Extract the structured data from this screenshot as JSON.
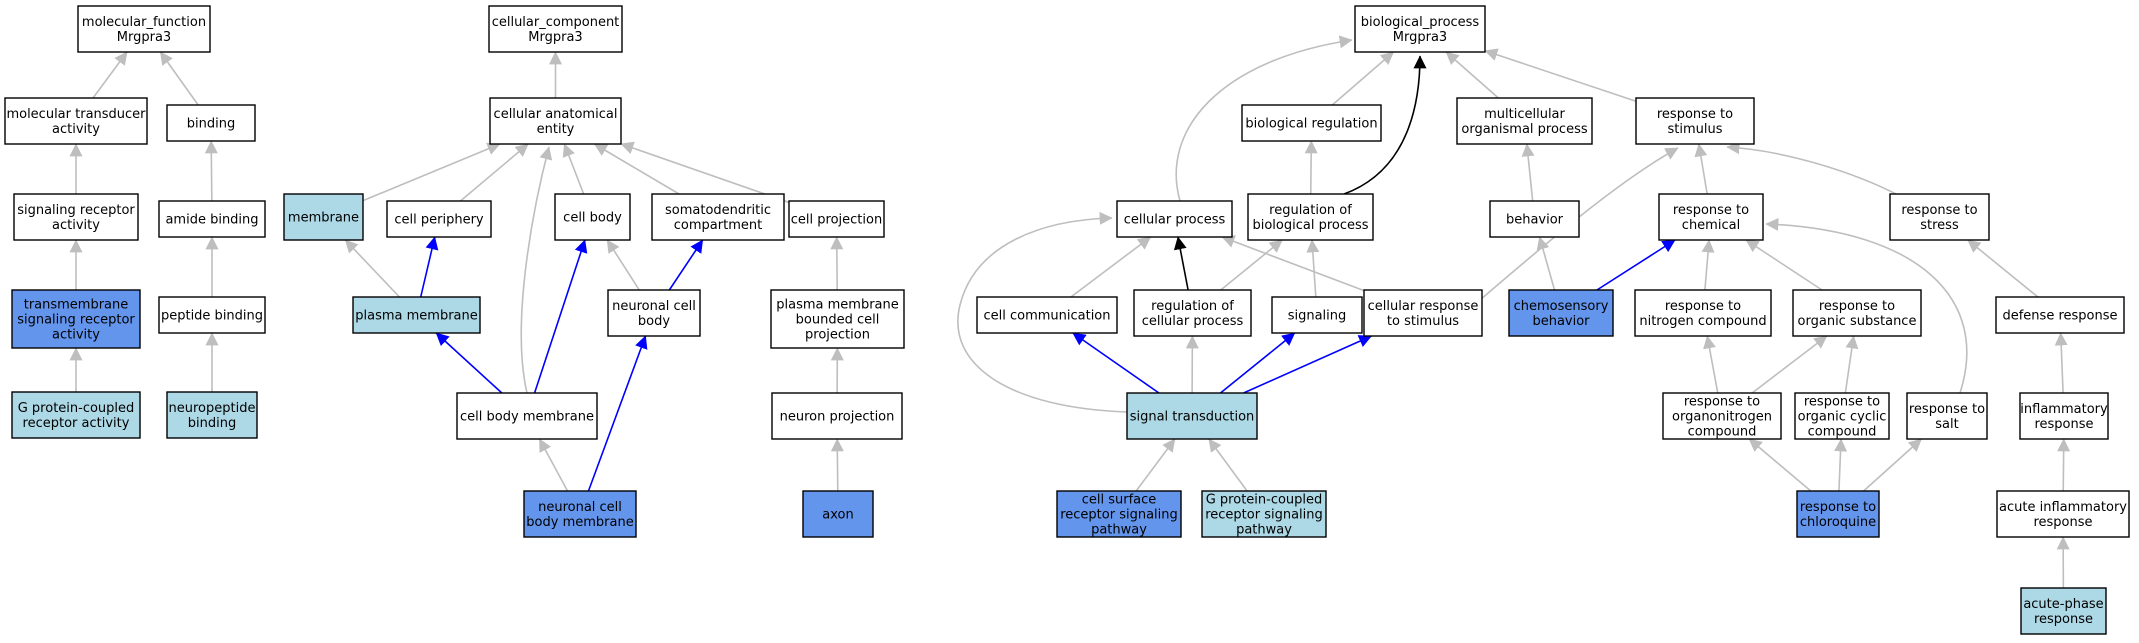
{
  "colors": {
    "plain": "#ffffff",
    "light": "#add8e6",
    "dark": "#6495ed",
    "edge_gray": "#bebebe",
    "edge_blue": "#0000ff",
    "edge_black": "#000000"
  },
  "nodes": [
    {
      "id": "mf",
      "lines": [
        "molecular_function",
        "Mrgpra3"
      ],
      "fill": "plain"
    },
    {
      "id": "mta",
      "lines": [
        "molecular transducer",
        "activity"
      ],
      "fill": "plain"
    },
    {
      "id": "binding",
      "lines": [
        "binding"
      ],
      "fill": "plain"
    },
    {
      "id": "sra",
      "lines": [
        "signaling receptor",
        "activity"
      ],
      "fill": "plain"
    },
    {
      "id": "amide",
      "lines": [
        "amide binding"
      ],
      "fill": "plain"
    },
    {
      "id": "tsra",
      "lines": [
        "transmembrane",
        "signaling receptor",
        "activity"
      ],
      "fill": "dark"
    },
    {
      "id": "peptide",
      "lines": [
        "peptide binding"
      ],
      "fill": "plain"
    },
    {
      "id": "gpcra",
      "lines": [
        "G protein-coupled",
        "receptor activity"
      ],
      "fill": "light"
    },
    {
      "id": "neuropep",
      "lines": [
        "neuropeptide",
        "binding"
      ],
      "fill": "light"
    },
    {
      "id": "cc",
      "lines": [
        "cellular_component",
        "Mrgpra3"
      ],
      "fill": "plain"
    },
    {
      "id": "cae",
      "lines": [
        "cellular anatomical",
        "entity"
      ],
      "fill": "plain"
    },
    {
      "id": "membrane",
      "lines": [
        "membrane"
      ],
      "fill": "light"
    },
    {
      "id": "periphery",
      "lines": [
        "cell periphery"
      ],
      "fill": "plain"
    },
    {
      "id": "cellbody",
      "lines": [
        "cell body"
      ],
      "fill": "plain"
    },
    {
      "id": "somato",
      "lines": [
        "somatodendritic",
        "compartment"
      ],
      "fill": "plain"
    },
    {
      "id": "cellproj",
      "lines": [
        "cell projection"
      ],
      "fill": "plain"
    },
    {
      "id": "pm",
      "lines": [
        "plasma membrane"
      ],
      "fill": "light"
    },
    {
      "id": "ncb",
      "lines": [
        "neuronal cell",
        "body"
      ],
      "fill": "plain"
    },
    {
      "id": "pmbcp",
      "lines": [
        "plasma membrane",
        "bounded cell",
        "projection"
      ],
      "fill": "plain"
    },
    {
      "id": "cbm",
      "lines": [
        "cell body membrane"
      ],
      "fill": "plain"
    },
    {
      "id": "neuproj",
      "lines": [
        "neuron projection"
      ],
      "fill": "plain"
    },
    {
      "id": "ncbm",
      "lines": [
        "neuronal cell",
        "body membrane"
      ],
      "fill": "dark"
    },
    {
      "id": "axon",
      "lines": [
        "axon"
      ],
      "fill": "dark"
    },
    {
      "id": "bp",
      "lines": [
        "biological_process",
        "Mrgpra3"
      ],
      "fill": "plain"
    },
    {
      "id": "bioreg",
      "lines": [
        "biological regulation"
      ],
      "fill": "plain"
    },
    {
      "id": "multi",
      "lines": [
        "multicellular",
        "organismal process"
      ],
      "fill": "plain"
    },
    {
      "id": "rts",
      "lines": [
        "response to",
        "stimulus"
      ],
      "fill": "plain"
    },
    {
      "id": "cp",
      "lines": [
        "cellular process"
      ],
      "fill": "plain"
    },
    {
      "id": "rbp",
      "lines": [
        "regulation of",
        "biological process"
      ],
      "fill": "plain"
    },
    {
      "id": "behavior",
      "lines": [
        "behavior"
      ],
      "fill": "plain"
    },
    {
      "id": "rtc",
      "lines": [
        "response to",
        "chemical"
      ],
      "fill": "plain"
    },
    {
      "id": "rtstress",
      "lines": [
        "response to",
        "stress"
      ],
      "fill": "plain"
    },
    {
      "id": "cellcomm",
      "lines": [
        "cell communication"
      ],
      "fill": "plain"
    },
    {
      "id": "rcp",
      "lines": [
        "regulation of",
        "cellular process"
      ],
      "fill": "plain"
    },
    {
      "id": "signaling",
      "lines": [
        "signaling"
      ],
      "fill": "plain"
    },
    {
      "id": "crs",
      "lines": [
        "cellular response",
        "to stimulus"
      ],
      "fill": "plain"
    },
    {
      "id": "chemo",
      "lines": [
        "chemosensory",
        "behavior"
      ],
      "fill": "dark"
    },
    {
      "id": "rtnc",
      "lines": [
        "response to",
        "nitrogen compound"
      ],
      "fill": "plain"
    },
    {
      "id": "rtos",
      "lines": [
        "response to",
        "organic substance"
      ],
      "fill": "plain"
    },
    {
      "id": "defense",
      "lines": [
        "defense response"
      ],
      "fill": "plain"
    },
    {
      "id": "st",
      "lines": [
        "signal transduction"
      ],
      "fill": "light"
    },
    {
      "id": "rtonc",
      "lines": [
        "response to",
        "organonitrogen",
        "compound"
      ],
      "fill": "plain"
    },
    {
      "id": "rtocc",
      "lines": [
        "response to",
        "organic cyclic",
        "compound"
      ],
      "fill": "plain"
    },
    {
      "id": "rtsalt",
      "lines": [
        "response to",
        "salt"
      ],
      "fill": "plain"
    },
    {
      "id": "inflam",
      "lines": [
        "inflammatory",
        "response"
      ],
      "fill": "plain"
    },
    {
      "id": "csrsp",
      "lines": [
        "cell surface",
        "receptor signaling",
        "pathway"
      ],
      "fill": "dark"
    },
    {
      "id": "gpcrsp",
      "lines": [
        "G protein-coupled",
        "receptor signaling",
        "pathway"
      ],
      "fill": "light"
    },
    {
      "id": "rtchloro",
      "lines": [
        "response to",
        "chloroquine"
      ],
      "fill": "dark"
    },
    {
      "id": "acuteinf",
      "lines": [
        "acute inflammatory",
        "response"
      ],
      "fill": "plain"
    },
    {
      "id": "acutephase",
      "lines": [
        "acute-phase",
        "response"
      ],
      "fill": "light"
    }
  ],
  "edges": [
    {
      "from": "mta",
      "to": "mf",
      "color": "gray"
    },
    {
      "from": "binding",
      "to": "mf",
      "color": "gray"
    },
    {
      "from": "sra",
      "to": "mta",
      "color": "gray"
    },
    {
      "from": "amide",
      "to": "binding",
      "color": "gray"
    },
    {
      "from": "tsra",
      "to": "sra",
      "color": "gray"
    },
    {
      "from": "peptide",
      "to": "amide",
      "color": "gray"
    },
    {
      "from": "gpcra",
      "to": "tsra",
      "color": "gray"
    },
    {
      "from": "neuropep",
      "to": "peptide",
      "color": "gray"
    },
    {
      "from": "cae",
      "to": "cc",
      "color": "gray"
    },
    {
      "from": "membrane",
      "to": "cae",
      "color": "gray"
    },
    {
      "from": "periphery",
      "to": "cae",
      "color": "gray"
    },
    {
      "from": "cellbody",
      "to": "cae",
      "color": "gray"
    },
    {
      "from": "somato",
      "to": "cae",
      "color": "gray"
    },
    {
      "from": "cellproj",
      "to": "cae",
      "color": "gray"
    },
    {
      "from": "cbm",
      "to": "cae",
      "color": "gray"
    },
    {
      "from": "pm",
      "to": "membrane",
      "color": "gray"
    },
    {
      "from": "pm",
      "to": "periphery",
      "color": "blue"
    },
    {
      "from": "ncb",
      "to": "cellbody",
      "color": "gray"
    },
    {
      "from": "ncb",
      "to": "somato",
      "color": "blue"
    },
    {
      "from": "pmbcp",
      "to": "cellproj",
      "color": "gray"
    },
    {
      "from": "cbm",
      "to": "pm",
      "color": "blue"
    },
    {
      "from": "cbm",
      "to": "cellbody",
      "color": "blue"
    },
    {
      "from": "neuproj",
      "to": "pmbcp",
      "color": "gray"
    },
    {
      "from": "ncbm",
      "to": "cbm",
      "color": "gray"
    },
    {
      "from": "ncbm",
      "to": "ncb",
      "color": "blue"
    },
    {
      "from": "axon",
      "to": "neuproj",
      "color": "gray"
    },
    {
      "from": "bioreg",
      "to": "bp",
      "color": "gray"
    },
    {
      "from": "multi",
      "to": "bp",
      "color": "gray"
    },
    {
      "from": "rts",
      "to": "bp",
      "color": "gray"
    },
    {
      "from": "cp",
      "to": "bp",
      "color": "gray"
    },
    {
      "from": "rbp",
      "to": "bioreg",
      "color": "gray"
    },
    {
      "from": "rbp",
      "to": "bp",
      "color": "black"
    },
    {
      "from": "behavior",
      "to": "multi",
      "color": "gray"
    },
    {
      "from": "rtc",
      "to": "rts",
      "color": "gray"
    },
    {
      "from": "rtstress",
      "to": "rts",
      "color": "gray"
    },
    {
      "from": "crs",
      "to": "rts",
      "color": "gray"
    },
    {
      "from": "cellcomm",
      "to": "cp",
      "color": "gray"
    },
    {
      "from": "rcp",
      "to": "cp",
      "color": "black"
    },
    {
      "from": "crs",
      "to": "cp",
      "color": "gray"
    },
    {
      "from": "rcp",
      "to": "rbp",
      "color": "gray"
    },
    {
      "from": "signaling",
      "to": "rbp",
      "color": "gray"
    },
    {
      "from": "chemo",
      "to": "behavior",
      "color": "gray"
    },
    {
      "from": "chemo",
      "to": "rtc",
      "color": "blue"
    },
    {
      "from": "rtnc",
      "to": "rtc",
      "color": "gray"
    },
    {
      "from": "rtos",
      "to": "rtc",
      "color": "gray"
    },
    {
      "from": "rtsalt",
      "to": "rtc",
      "color": "gray"
    },
    {
      "from": "defense",
      "to": "rtstress",
      "color": "gray"
    },
    {
      "from": "st",
      "to": "cellcomm",
      "color": "blue"
    },
    {
      "from": "st",
      "to": "rcp",
      "color": "gray"
    },
    {
      "from": "st",
      "to": "signaling",
      "color": "blue"
    },
    {
      "from": "st",
      "to": "crs",
      "color": "blue"
    },
    {
      "from": "st",
      "to": "cp",
      "color": "gray"
    },
    {
      "from": "rtonc",
      "to": "rtnc",
      "color": "gray"
    },
    {
      "from": "rtonc",
      "to": "rtos",
      "color": "gray"
    },
    {
      "from": "rtocc",
      "to": "rtos",
      "color": "gray"
    },
    {
      "from": "inflam",
      "to": "defense",
      "color": "gray"
    },
    {
      "from": "csrsp",
      "to": "st",
      "color": "gray"
    },
    {
      "from": "gpcrsp",
      "to": "st",
      "color": "gray"
    },
    {
      "from": "rtchloro",
      "to": "rtonc",
      "color": "gray"
    },
    {
      "from": "rtchloro",
      "to": "rtocc",
      "color": "gray"
    },
    {
      "from": "rtchloro",
      "to": "rtsalt",
      "color": "gray"
    },
    {
      "from": "acuteinf",
      "to": "inflam",
      "color": "gray"
    },
    {
      "from": "acutephase",
      "to": "acuteinf",
      "color": "gray"
    }
  ]
}
